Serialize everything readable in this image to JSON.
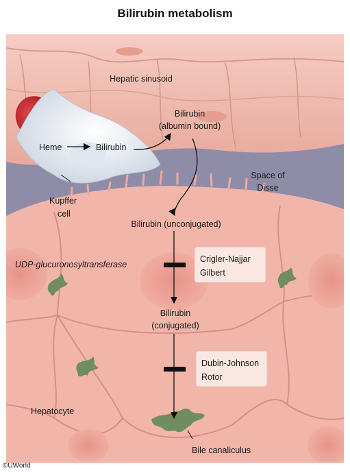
{
  "title": "Bilirubin metabolism",
  "labels": {
    "hepatic_sinusoid": "Hepatic sinusoid",
    "bilirubin_albumin_line1": "Bilirubin",
    "bilirubin_albumin_line2": "(albumin bound)",
    "heme": "Heme",
    "bilirubin_kupffer": "Bilirubin",
    "kupffer_line1": "Kupffer",
    "kupffer_line2": "cell",
    "space_of_disse_line1": "Space of",
    "space_of_disse_line2": "Disse",
    "bilirubin_unconjugated": "Bilirubin (unconjugated)",
    "enzyme": "UDP-glucuronosyltransferase",
    "bilirubin_conjugated_line1": "Bilirubin",
    "bilirubin_conjugated_line2": "(conjugated)",
    "hepatocyte": "Hepatocyte",
    "bile_canaliculus": "Bile canaliculus"
  },
  "blocks": [
    {
      "disease_line1": "Crigler-Najjar",
      "disease_line2": "Gilbert"
    },
    {
      "disease_line1": "Dubin-Johnson",
      "disease_line2": "Rotor"
    }
  ],
  "copyright": "©UWorld",
  "colors": {
    "hepatocyte": "#f1b5aa",
    "sinusoid": "#f3c0b4",
    "space_of_disse": "#8c8aa6",
    "canaliculus": "#6f8d61",
    "rbc": "#c9252f",
    "kupffer": "#eef2f6"
  }
}
